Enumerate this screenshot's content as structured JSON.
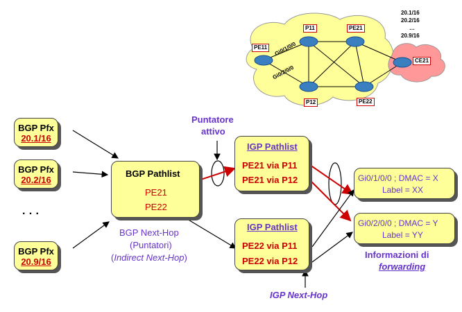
{
  "prefixes": [
    {
      "title": "BGP Pfx",
      "value": "20.1/16"
    },
    {
      "title": "BGP Pfx",
      "value": "20.2/16"
    },
    {
      "title": "BGP Pfx",
      "value": "20.9/16"
    }
  ],
  "ellipsis": "· · ·",
  "bgp_pathlist": {
    "title": "BGP Pathlist",
    "entry1": "PE21",
    "entry2": "PE22"
  },
  "bgp_nexthop": {
    "line1": "BGP Next-Hop",
    "line2": "(Puntatori)",
    "line3_open": "(",
    "line3_italic": "Indirect Next-Hop",
    "line3_close": ")"
  },
  "puntatore": {
    "line1": "Puntatore",
    "line2": "attivo"
  },
  "igp_pathlist_1": {
    "title": "IGP Pathlist",
    "entry1": "PE21 via P11",
    "entry2": "PE21 via P12"
  },
  "igp_pathlist_2": {
    "title": "IGP Pathlist",
    "entry1": "PE22 via P11",
    "entry2": "PE22 via P12"
  },
  "igp_nexthop": "IGP Next-Hop",
  "fwd_1": {
    "line1": "Gi0/1/0/0 ; DMAC = X",
    "line2": "Label = XX"
  },
  "fwd_2": {
    "line1": "Gi0/2/0/0 ; DMAC = Y",
    "line2": "Label = YY"
  },
  "fwd_info": {
    "line1": "Informazioni di",
    "line2": "forwarding"
  },
  "topology": {
    "routers": [
      "PE11",
      "P11",
      "PE21",
      "P12",
      "PE22",
      "CE21"
    ],
    "interfaces": [
      "Gi0/1/0/0",
      "Gi0/2/0/0"
    ],
    "prefix_list": [
      "20.1/16",
      "20.2/16",
      "…",
      "20.9/16"
    ]
  },
  "colors": {
    "box": "#ffff99",
    "red": "#cc0000",
    "purple": "#6633cc",
    "cloud": "#ffff99",
    "cloud_red": "#ff9999"
  }
}
